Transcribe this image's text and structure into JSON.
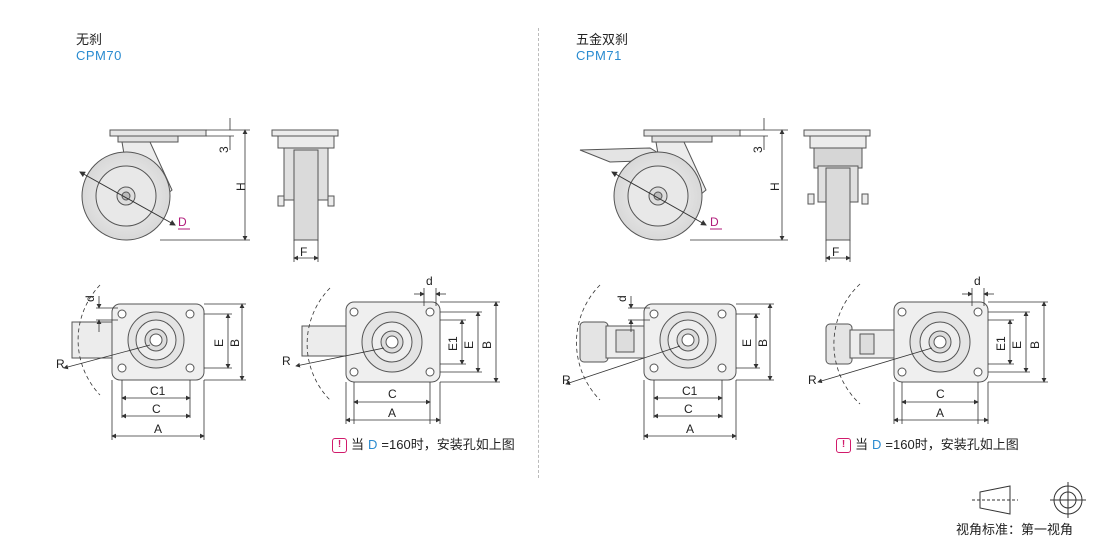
{
  "left": {
    "title": "无刹",
    "model": "CPM70",
    "note_prefix": "当",
    "note_var": "D",
    "note_suffix": "=160时，安装孔如上图"
  },
  "right": {
    "title": "五金双刹",
    "model": "CPM71",
    "note_prefix": "当",
    "note_var": "D",
    "note_suffix": "=160时，安装孔如上图"
  },
  "dims": {
    "three": "3",
    "H": "H",
    "D": "D",
    "F": "F",
    "d": "d",
    "E": "E",
    "B": "B",
    "E1": "E1",
    "R": "R",
    "C1": "C1",
    "C": "C",
    "A": "A"
  },
  "view_standard": "视角标准：第一视角",
  "colors": {
    "accent_blue": "#2a8bd0",
    "accent_magenta": "#b01a7a",
    "line": "#333333"
  }
}
